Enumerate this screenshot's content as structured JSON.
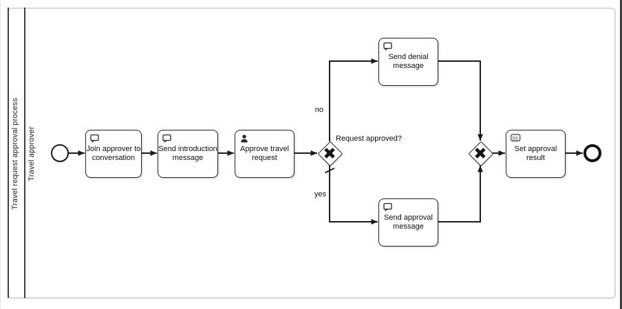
{
  "diagram": {
    "pool_label": "Travel request approval process",
    "lane_label": "Travel approver",
    "tasks": {
      "join": {
        "label": "Join approver to\nconversation",
        "icon": "message-icon"
      },
      "intro": {
        "label": "Send introduction\nmessage",
        "icon": "message-icon"
      },
      "approve": {
        "label": "Approve travel\nrequest",
        "icon": "user-icon"
      },
      "denial": {
        "label": "Send denial\nmessage",
        "icon": "message-icon"
      },
      "approval": {
        "label": "Send approval\nmessage",
        "icon": "message-icon"
      },
      "result": {
        "label": "Set approval\nresult",
        "icon": "script-icon"
      }
    },
    "gateways": {
      "split": {
        "type": "exclusive",
        "label": "Request approved?"
      },
      "merge": {
        "type": "exclusive",
        "label": ""
      }
    },
    "edge_labels": {
      "no": "no",
      "yes": "yes"
    },
    "icons": {
      "script_glyph": "[x]:"
    },
    "colors": {
      "stroke": "#1a1a1a",
      "frame_border": "#d6d6d6",
      "shape_fill": "#ffffff"
    }
  }
}
